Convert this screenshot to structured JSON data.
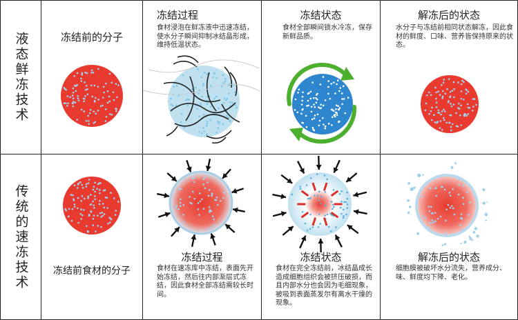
{
  "rows": [
    {
      "header": "液态鲜冻技术",
      "cells": [
        {
          "title": "冻结前的分子",
          "desc": ""
        },
        {
          "title": "冻结过程",
          "desc": "食材浸泡在鲜冻液中迅速冻结，使水分子瞬间抑制冰结晶形成，维持低温状态。"
        },
        {
          "title": "冻结状态",
          "desc": "食材全部瞬间锁水冷冻，保存新鲜品质。"
        },
        {
          "title": "解冻后的状态",
          "desc": "水分子与冻结前相同状态解冻，因此食材的鲜度、口味、营养皆保持原来的状态。"
        }
      ]
    },
    {
      "header": "传统的速冻技术",
      "cells": [
        {
          "title": "冻结前食材的分子",
          "desc": ""
        },
        {
          "title": "冻结过程",
          "desc": "食材在速冻库中冻结，表面先开始冻结，然后往内部渐层式冻结，因此食材全部冻结需较长时间。"
        },
        {
          "title": "冻结状态",
          "desc": "食材在完全冻结前，冰结晶成长造成细胞组织会被挤压破损，而且内部水分也会因为毛细现象，被吸到表面蒸发尔有离水干燥的现象。"
        },
        {
          "title": "解冻后的状态",
          "desc": "细胞膜被破坏水分流失，营养成分、味、鲜度均下降、老化。"
        }
      ]
    }
  ],
  "colors": {
    "red": "#e83a2e",
    "blue": "#2e86cf",
    "ice": "#bfe0ef",
    "arrow_green": "#4caf2d",
    "dot": "#9fd6f5"
  }
}
